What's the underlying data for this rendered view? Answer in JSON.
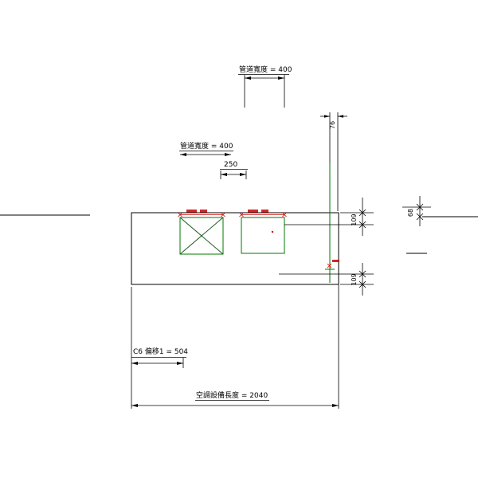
{
  "drawing": {
    "labels": {
      "pipe_width_top": "管道寬度 = 400",
      "pipe_width_mid": "管道寬度 = 400",
      "gap_250": "250",
      "offset_76": "76",
      "depth_109_upper": "109",
      "depth_109_lower": "109",
      "gap_68": "68",
      "c6_offset": "C6 偏移1 = 504",
      "equipment_length": "空調設備長度 = 2040"
    },
    "colors": {
      "line": "#000000",
      "equipment_green": "#007a00",
      "detail_red": "#cc0000",
      "background": "#ffffff"
    }
  }
}
